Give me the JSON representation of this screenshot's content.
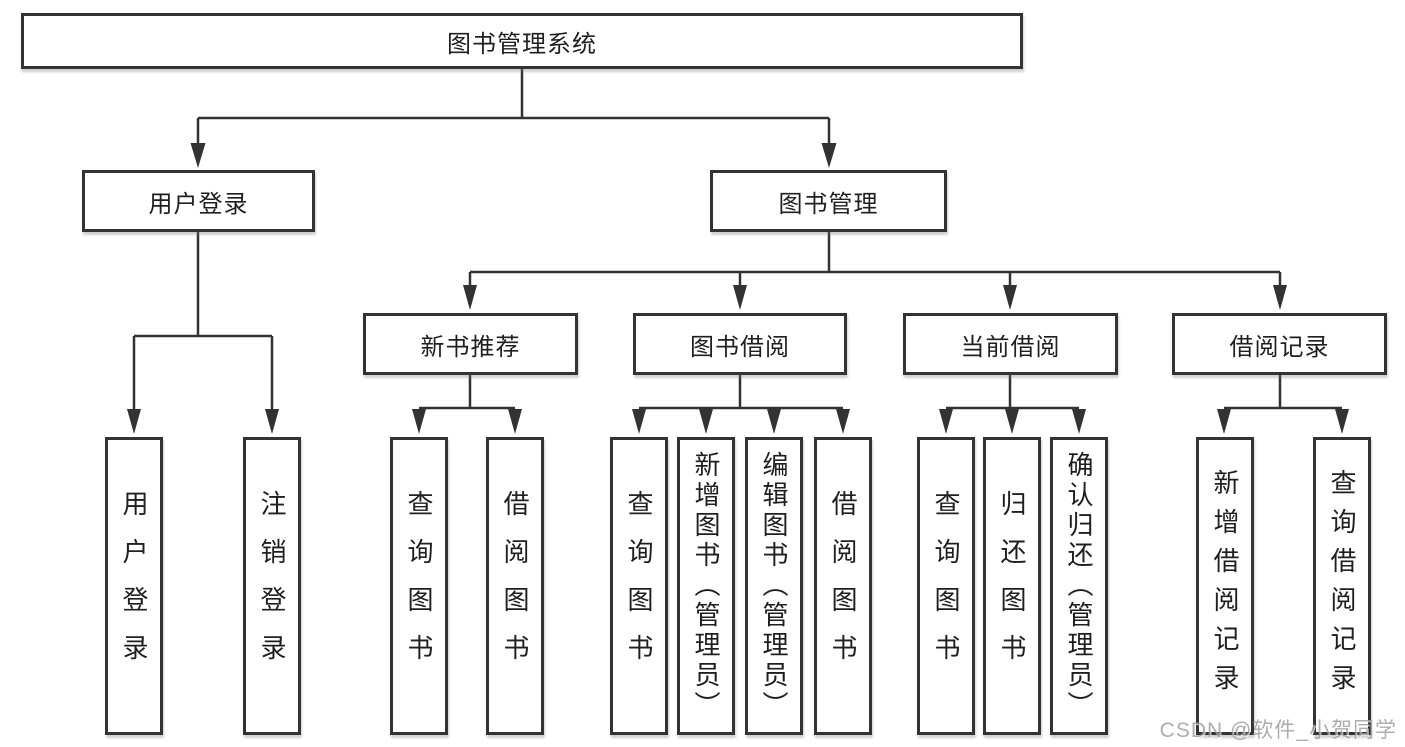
{
  "tree": {
    "root": {
      "label": "图书管理系统",
      "children": [
        {
          "label": "用户登录",
          "children": [
            {
              "label": "用户登录"
            },
            {
              "label": "注销登录"
            }
          ]
        },
        {
          "label": "图书管理",
          "children": [
            {
              "label": "新书推荐",
              "children": [
                {
                  "label": "查询图书"
                },
                {
                  "label": "借阅图书"
                }
              ]
            },
            {
              "label": "图书借阅",
              "children": [
                {
                  "label": "查询图书"
                },
                {
                  "label": "新增图书（管理员）"
                },
                {
                  "label": "编辑图书（管理员）"
                },
                {
                  "label": "借阅图书"
                }
              ]
            },
            {
              "label": "当前借阅",
              "children": [
                {
                  "label": "查询图书"
                },
                {
                  "label": "归还图书"
                },
                {
                  "label": "确认归还（管理员）"
                }
              ]
            },
            {
              "label": "借阅记录",
              "children": [
                {
                  "label": "新增借阅记录"
                },
                {
                  "label": "查询借阅记录"
                }
              ]
            }
          ]
        }
      ]
    }
  },
  "watermark": "CSDN @软件_小贺同学",
  "colors": {
    "line": "#333333",
    "text": "#1f1f1f",
    "background": "#ffffff",
    "watermark": "#9f9f9f"
  }
}
